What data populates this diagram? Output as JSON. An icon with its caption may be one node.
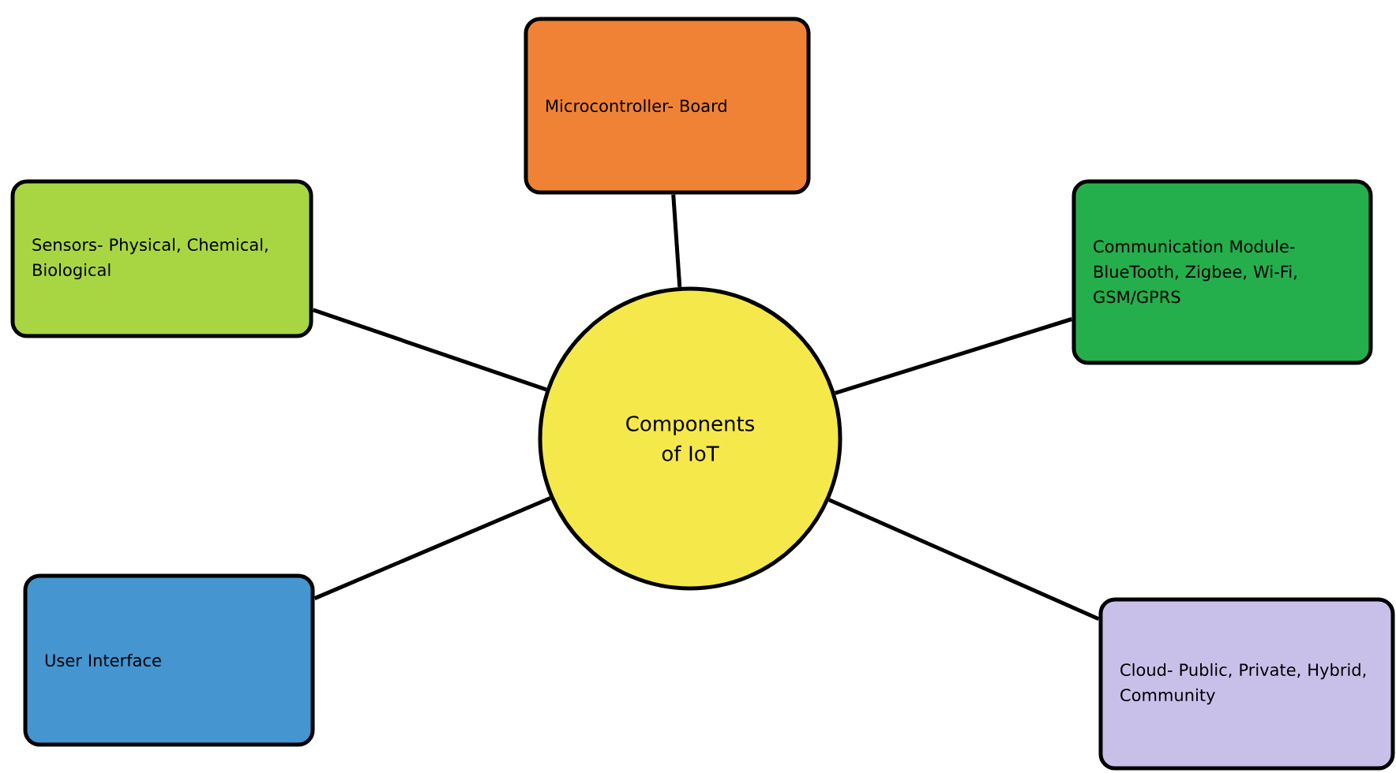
{
  "diagram": {
    "nodes": [
      {
        "text": [
          "Components of IoT"
        ]
      },
      {
        "text": [
          "Sensors- Physical, Chemical, Biological"
        ]
      },
      {
        "text": [
          "Microcontroller- Board"
        ]
      },
      {
        "text": [
          "Communication Module- BlueTooth, Zigbee, Wi-Fi, GSM/GPRS"
        ]
      },
      {
        "text": [
          "User Interface"
        ]
      },
      {
        "text": [
          "Cloud- Public, Private, Hybrid, Community"
        ]
      }
    ],
    "edges": [
      {
        "from": 0,
        "to": 1,
        "arrow": "none"
      },
      {
        "from": 0,
        "to": 2,
        "arrow": "none"
      },
      {
        "from": 0,
        "to": 3,
        "arrow": "none"
      },
      {
        "from": 0,
        "to": 4,
        "arrow": "none"
      },
      {
        "from": 0,
        "to": 5,
        "arrow": "none"
      }
    ]
  }
}
